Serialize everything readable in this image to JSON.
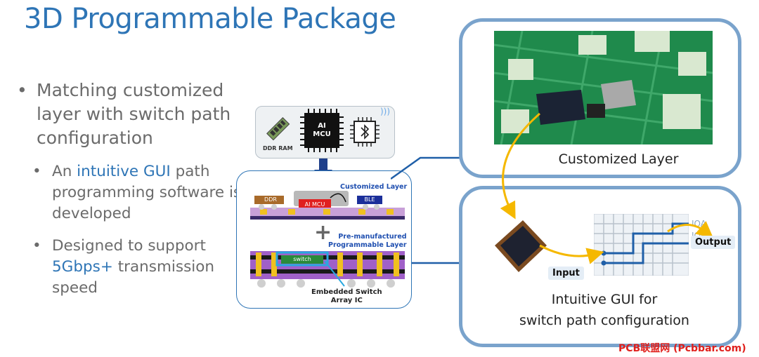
{
  "title": "3D Programmable Package",
  "bullets": {
    "main": "Matching customized layer with switch path configuration",
    "sub1_pre": "An ",
    "sub1_hl": "intuitive GUI",
    "sub1_post": " path programming software is developed",
    "sub2_pre": "Designed to support ",
    "sub2_hl": "5Gbps+",
    "sub2_post": " transmission speed"
  },
  "diagram": {
    "ddr_ram": "DDR RAM",
    "ai_mcu_line1": "AI",
    "ai_mcu_line2": "MCU",
    "customized_layer_tag": "Customized Layer",
    "pre_line1": "Pre-manufactured",
    "pre_line2": "Programmable Layer",
    "ddr": "DDR",
    "ai_mcu": "AI MCU",
    "ble": "BLE",
    "switch": "switch",
    "embedded_line1": "Embedded Switch",
    "embedded_line2": "Array IC"
  },
  "right": {
    "customized_layer_caption": "Customized Layer",
    "gui_caption_line1": "Intuitive GUI for",
    "gui_caption_line2": "switch path configuration",
    "input": "Input",
    "output": "Output",
    "ioa": "IOA",
    "iob": "IOB"
  },
  "watermark": "PCB联盟网 (Pcbbar.com)",
  "colors": {
    "title_blue": "#2E75B6",
    "box_border": "#7aa3cc",
    "arrow_yellow": "#F5B800",
    "pcb_green": "#1f8a4c"
  }
}
